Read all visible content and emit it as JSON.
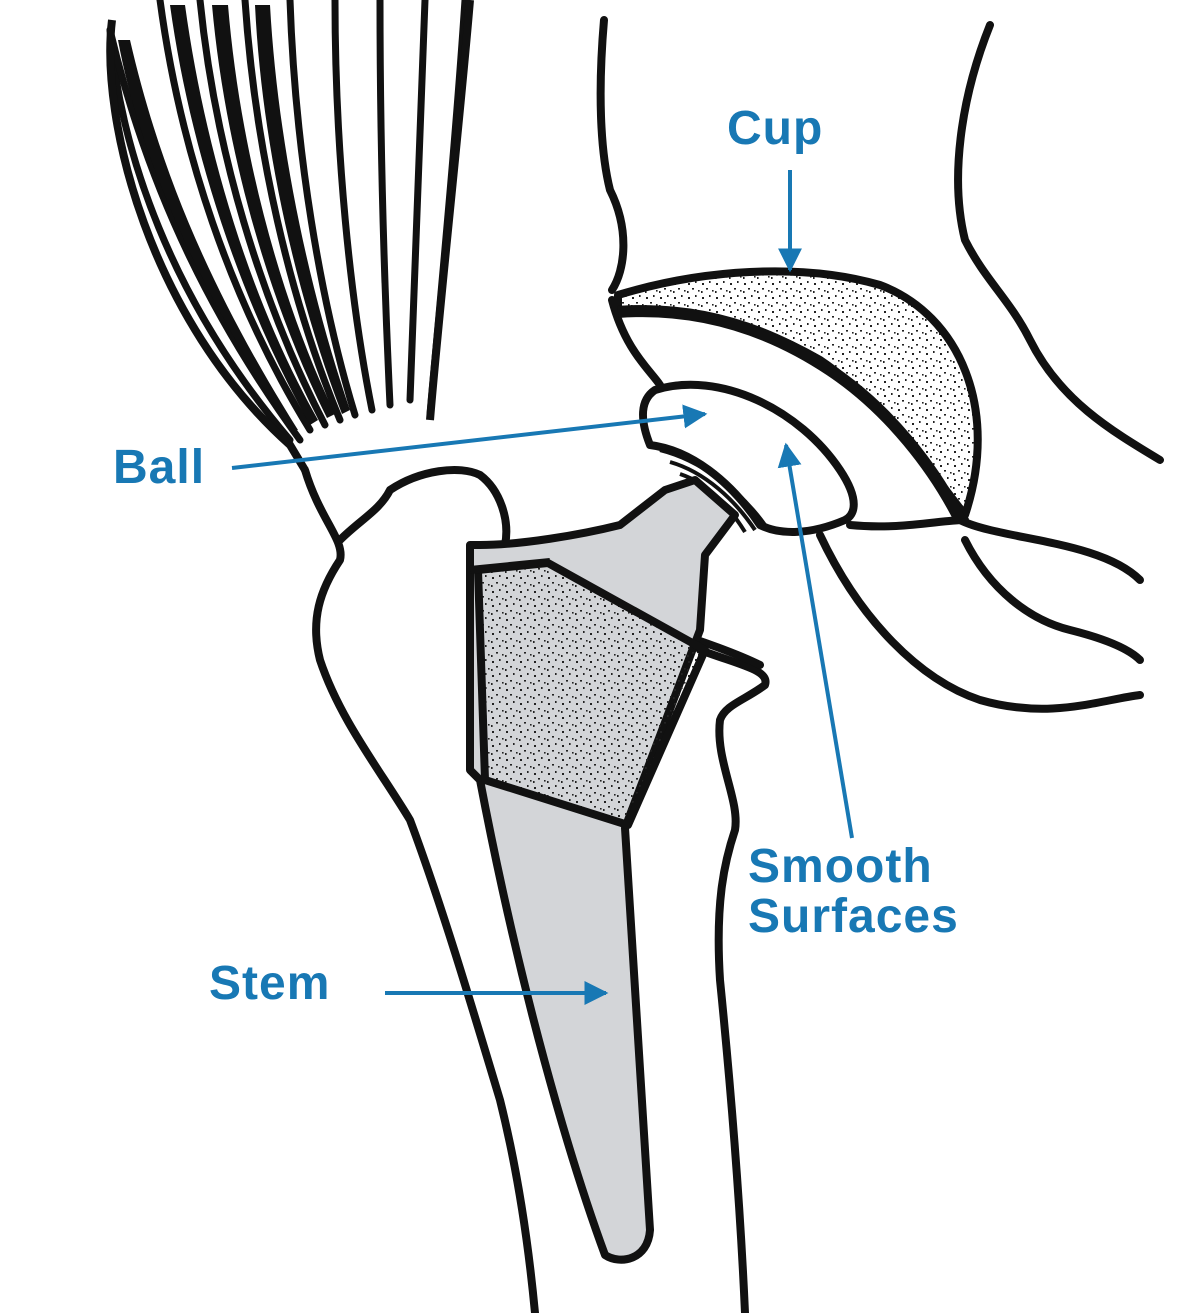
{
  "labels": {
    "cup": "Cup",
    "ball": "Ball",
    "smooth_line1": "Smooth",
    "smooth_line2": "Surfaces",
    "stem": "Stem"
  },
  "colors": {
    "label": "#1878b4",
    "outline": "#111111",
    "implant_fill": "#d3d5d8",
    "porous_fill": "#ffffff",
    "stipple": "#222222"
  }
}
